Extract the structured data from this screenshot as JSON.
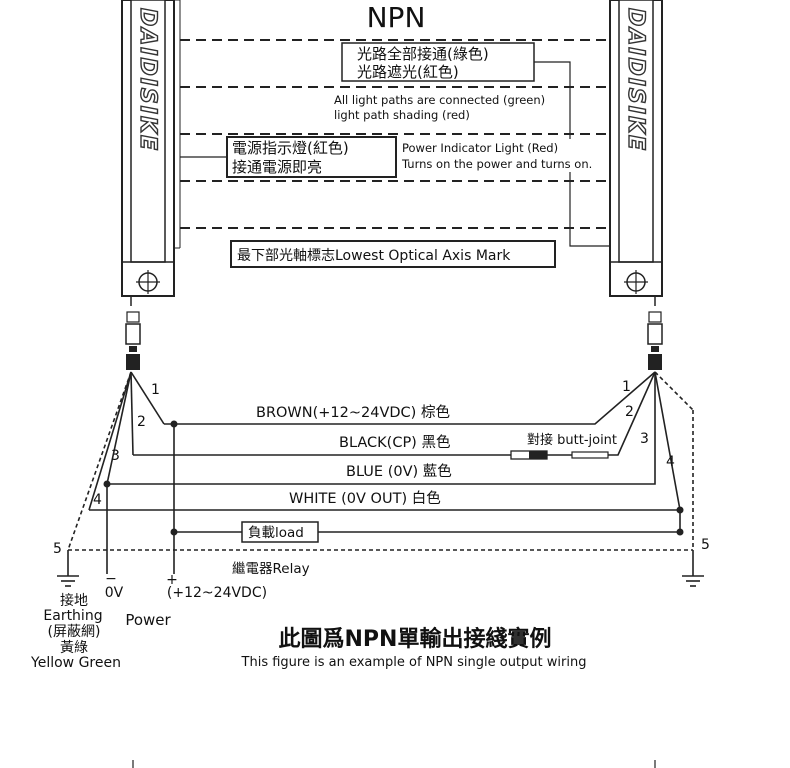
{
  "title": "NPN",
  "brand_left": "DAIDISIKE",
  "brand_right": "DAIDISIKE",
  "callouts": {
    "light_paths_zh_1": "光路全部接通(綠色)",
    "light_paths_zh_2": "光路遮光(紅色)",
    "light_paths_en_1": "All light paths are connected (green)",
    "light_paths_en_2": "light path shading (red)",
    "power_zh_1": "電源指示燈(紅色)",
    "power_zh_2": "接通電源即亮",
    "power_en_1": "Power Indicator Light (Red)",
    "power_en_2": "Turns on the power and turns on.",
    "axis_mark": "最下部光軸標志Lowest Optical Axis Mark"
  },
  "wires": {
    "brown": "BROWN(+12~24VDC)  棕色",
    "black": "BLACK(CP)  黑色",
    "blue": "BLUE (0V)  藍色",
    "white": "WHITE (0V OUT)  白色",
    "butt_joint": "對接 butt-joint"
  },
  "pins_left": [
    "1",
    "2",
    "3",
    "4",
    "5"
  ],
  "pins_right": [
    "1",
    "2",
    "3",
    "4",
    "5"
  ],
  "load_label": "負載load",
  "relay_label": "繼電器Relay",
  "terminals": {
    "earth_zh": "接地",
    "earth_en": "Earthing",
    "earth_shield": "(屏蔽網)",
    "earth_color_zh": "黃綠",
    "earth_color_en": "Yellow Green",
    "minus_sign": "−",
    "zero_v": "0V",
    "plus_sign": "+",
    "plus_v": "(+12~24VDC)",
    "power": "Power"
  },
  "caption": {
    "zh": "此圖爲NPN單輸出接綫實例",
    "en": "This figure is an example of NPN single output wiring"
  }
}
